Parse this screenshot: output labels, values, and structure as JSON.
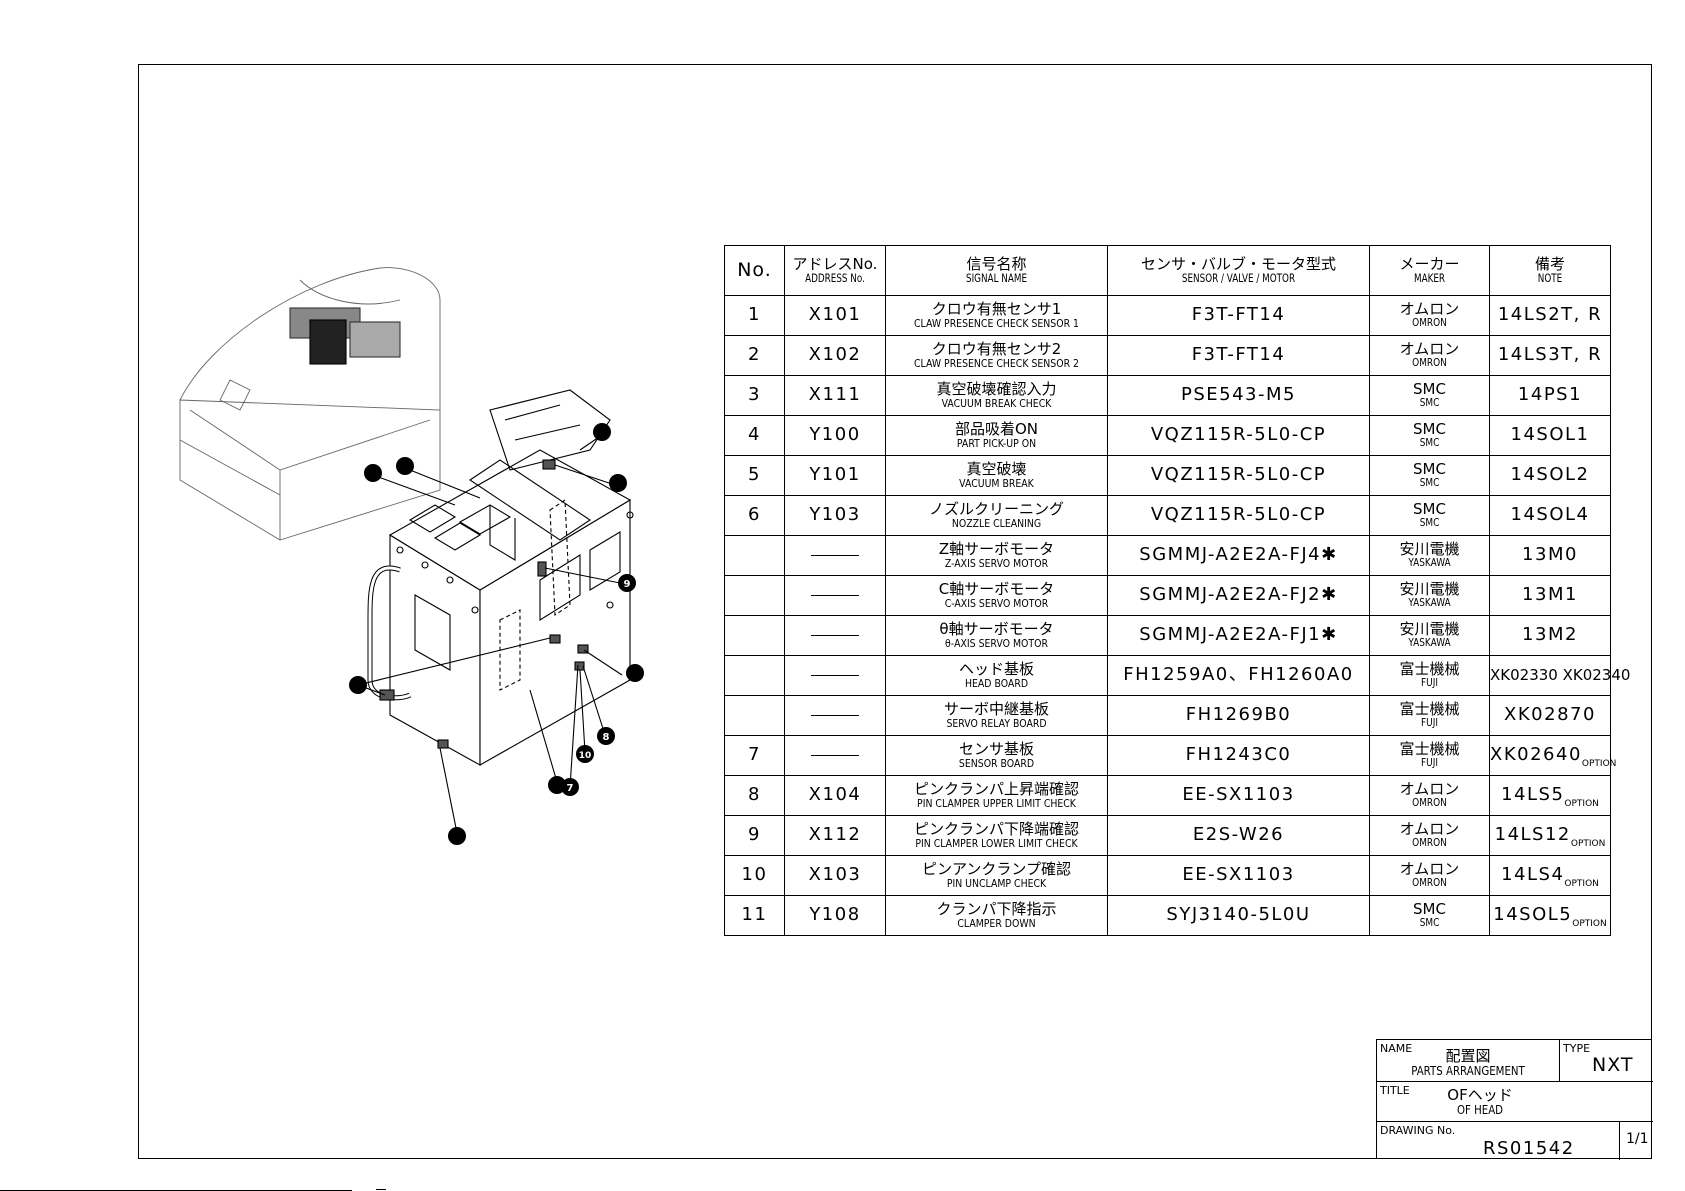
{
  "table": {
    "headers": [
      {
        "jp": "No.",
        "en": ""
      },
      {
        "jp": "アドレスNo.",
        "en": "ADDRESS No."
      },
      {
        "jp": "信号名称",
        "en": "SIGNAL NAME"
      },
      {
        "jp": "センサ・バルブ・モータ型式",
        "en": "SENSOR / VALVE / MOTOR"
      },
      {
        "jp": "メーカー",
        "en": "MAKER"
      },
      {
        "jp": "備考",
        "en": "NOTE"
      }
    ],
    "rows": [
      {
        "no": "1",
        "address": "X101",
        "signal_jp": "クロウ有無センサ1",
        "signal_en": "CLAW PRESENCE CHECK SENSOR 1",
        "model": "F3T-FT14",
        "maker_jp": "オムロン",
        "maker_en": "OMRON",
        "note": "14LS2T, R",
        "option": ""
      },
      {
        "no": "2",
        "address": "X102",
        "signal_jp": "クロウ有無センサ2",
        "signal_en": "CLAW PRESENCE CHECK SENSOR 2",
        "model": "F3T-FT14",
        "maker_jp": "オムロン",
        "maker_en": "OMRON",
        "note": "14LS3T, R",
        "option": ""
      },
      {
        "no": "3",
        "address": "X111",
        "signal_jp": "真空破壊確認入力",
        "signal_en": "VACUUM BREAK CHECK",
        "model": "PSE543-M5",
        "maker_jp": "SMC",
        "maker_en": "SMC",
        "note": "14PS1",
        "option": ""
      },
      {
        "no": "4",
        "address": "Y100",
        "signal_jp": "部品吸着ON",
        "signal_en": "PART PICK-UP ON",
        "model": "VQZ115R-5L0-CP",
        "maker_jp": "SMC",
        "maker_en": "SMC",
        "note": "14SOL1",
        "option": ""
      },
      {
        "no": "5",
        "address": "Y101",
        "signal_jp": "真空破壊",
        "signal_en": "VACUUM BREAK",
        "model": "VQZ115R-5L0-CP",
        "maker_jp": "SMC",
        "maker_en": "SMC",
        "note": "14SOL2",
        "option": ""
      },
      {
        "no": "6",
        "address": "Y103",
        "signal_jp": "ノズルクリーニング",
        "signal_en": "NOZZLE CLEANING",
        "model": "VQZ115R-5L0-CP",
        "maker_jp": "SMC",
        "maker_en": "SMC",
        "note": "14SOL4",
        "option": ""
      },
      {
        "no": "",
        "address": "",
        "signal_jp": "Z軸サーボモータ",
        "signal_en": "Z-AXIS SERVO MOTOR",
        "model": "SGMMJ-A2E2A-FJ4✱",
        "maker_jp": "安川電機",
        "maker_en": "YASKAWA",
        "note": "13M0",
        "option": ""
      },
      {
        "no": "",
        "address": "",
        "signal_jp": "C軸サーボモータ",
        "signal_en": "C-AXIS SERVO MOTOR",
        "model": "SGMMJ-A2E2A-FJ2✱",
        "maker_jp": "安川電機",
        "maker_en": "YASKAWA",
        "note": "13M1",
        "option": ""
      },
      {
        "no": "",
        "address": "",
        "signal_jp": "θ軸サーボモータ",
        "signal_en": "θ-AXIS SERVO MOTOR",
        "model": "SGMMJ-A2E2A-FJ1✱",
        "maker_jp": "安川電機",
        "maker_en": "YASKAWA",
        "note": "13M2",
        "option": ""
      },
      {
        "no": "",
        "address": "",
        "signal_jp": "ヘッド基板",
        "signal_en": "HEAD BOARD",
        "model": "FH1259A0、FH1260A0",
        "maker_jp": "富士機械",
        "maker_en": "FUJI",
        "note": "XK02330 XK02340",
        "option": ""
      },
      {
        "no": "",
        "address": "",
        "signal_jp": "サーボ中継基板",
        "signal_en": "SERVO RELAY BOARD",
        "model": "FH1269B0",
        "maker_jp": "富士機械",
        "maker_en": "FUJI",
        "note": "XK02870",
        "option": ""
      },
      {
        "no": "7",
        "address": "",
        "signal_jp": "センサ基板",
        "signal_en": "SENSOR BOARD",
        "model": "FH1243C0",
        "maker_jp": "富士機械",
        "maker_en": "FUJI",
        "note": "XK02640",
        "option": "OPTION"
      },
      {
        "no": "8",
        "address": "X104",
        "signal_jp": "ピンクランパ上昇端確認",
        "signal_en": "PIN CLAMPER UPPER LIMIT CHECK",
        "model": "EE-SX1103",
        "maker_jp": "オムロン",
        "maker_en": "OMRON",
        "note": "14LS5",
        "option": "OPTION"
      },
      {
        "no": "9",
        "address": "X112",
        "signal_jp": "ピンクランパ下降端確認",
        "signal_en": "PIN CLAMPER LOWER LIMIT CHECK",
        "model": "E2S-W26",
        "maker_jp": "オムロン",
        "maker_en": "OMRON",
        "note": "14LS12",
        "option": "OPTION"
      },
      {
        "no": "10",
        "address": "X103",
        "signal_jp": "ピンアンクランプ確認",
        "signal_en": "PIN UNCLAMP CHECK",
        "model": "EE-SX1103",
        "maker_jp": "オムロン",
        "maker_en": "OMRON",
        "note": "14LS4",
        "option": "OPTION"
      },
      {
        "no": "11",
        "address": "Y108",
        "signal_jp": "クランパ下降指示",
        "signal_en": "CLAMPER DOWN",
        "model": "SYJ3140-5L0U",
        "maker_jp": "SMC",
        "maker_en": "SMC",
        "note": "14SOL5",
        "option": "OPTION"
      }
    ]
  },
  "callouts": [
    "9",
    "8",
    "10",
    "7"
  ],
  "title_block": {
    "name_label": "NAME",
    "name_jp": "配置図",
    "name_en": "PARTS ARRANGEMENT",
    "type_label": "TYPE",
    "type_value": "NXT",
    "title_label": "TITLE",
    "title_jp": "OFヘッド",
    "title_en": "OF HEAD",
    "drawing_label": "DRAWING No.",
    "drawing_no": "RS01542",
    "sheet": "1/1"
  }
}
